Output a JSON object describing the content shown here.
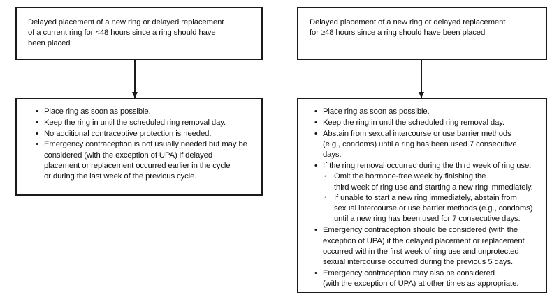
{
  "diagram": {
    "title": "Delayed ring placement or replacement management flowchart",
    "colors": {
      "border": "#1a1a1a",
      "text": "#111111",
      "background": "#ffffff"
    },
    "bullet_glyphs": {
      "level1": "•",
      "level2": "◦"
    }
  },
  "left_column": {
    "condition_box": {
      "lines": [
        "Delayed placement of a new ring or delayed replacement",
        "of a current ring for <48 hours since a ring should have",
        "been placed"
      ]
    },
    "action_box": {
      "bullets": [
        {
          "lines": [
            "Place ring as soon as possible."
          ]
        },
        {
          "lines": [
            "Keep the ring in until the scheduled ring removal day."
          ]
        },
        {
          "lines": [
            "No additional contraceptive protection is needed."
          ]
        },
        {
          "lines": [
            "Emergency contraception is not usually needed but may be",
            "considered (with the exception of UPA) if delayed",
            "placement or replacement occurred earlier in the cycle",
            "or during the last week of the previous cycle."
          ]
        }
      ]
    }
  },
  "right_column": {
    "condition_box": {
      "lines": [
        "Delayed placement of a new ring or delayed replacement",
        "for ≥48 hours since a ring should have been placed"
      ]
    },
    "action_box": {
      "bullets": [
        {
          "lines": [
            "Place ring as soon as possible."
          ]
        },
        {
          "lines": [
            "Keep the ring in until the scheduled ring removal day."
          ]
        },
        {
          "lines": [
            "Abstain from sexual intercourse or use barrier methods",
            "(e.g., condoms) until a ring has been used 7 consecutive days."
          ]
        },
        {
          "lines": [
            "If the ring removal occurred during the third week of ring use:"
          ]
        },
        {
          "lines": [
            "Emergency contraception should be considered (with the",
            "exception of UPA) if the delayed placement or replacement",
            "occurred within the first week of ring use and unprotected",
            "sexual intercourse occurred during the previous 5 days."
          ]
        },
        {
          "lines": [
            "Emergency contraception may also be considered",
            "(with the exception of UPA) at other times as appropriate."
          ]
        }
      ],
      "sub_bullets": [
        {
          "lines": [
            "Omit the hormone-free week by finishing the",
            "third week of ring use and starting a new ring immediately."
          ]
        },
        {
          "lines": [
            "If unable to start a new ring immediately, abstain from",
            "sexual intercourse or use barrier methods (e.g., condoms)",
            "until a new ring has been used for 7 consecutive days."
          ]
        }
      ]
    }
  }
}
